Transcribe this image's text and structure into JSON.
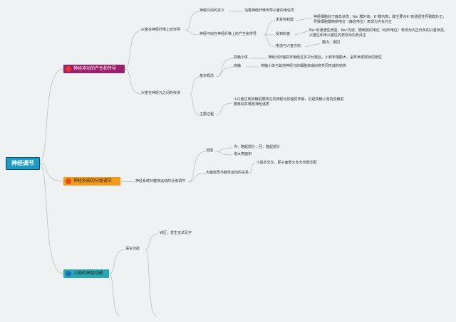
{
  "colors": {
    "root": "#1d9bc5",
    "topic1": "#9c1f6e",
    "topic2": "#f39a1b",
    "topic3": "#27a9b4",
    "line": "#b9b9b9"
  },
  "root": {
    "label": "神经调节"
  },
  "branch1": {
    "label": "神经冲动的产生和传导",
    "sub1": {
      "label": "兴奋在神经纤维上的传导",
      "def": {
        "label": "神经冲动的定义",
        "detail": "沿着神经纤维传导兴奋的电信号"
      },
      "generation": {
        "label": "神经冲动在神经纤维上的产生和传导",
        "rest": {
          "label": "未受到刺激",
          "detail": "神经细胞处于静息状态，Na⁺膜外高，K⁺膜内高；膜主要对K⁺有通透性导致膜外正，导致细胞膜两侧电位（静息电位）表现为内负外正"
        },
        "action": {
          "label": "受到刺激",
          "detail": "Na⁺的通透性增强，Na⁺内流，膜两侧的电位（动作电位）表现为内正外负的兴奋状态，兴奋区和未兴奋区的表现为内负外正"
        },
        "direction": {
          "label": "电流与兴奋方向",
          "detail": "膜内：相同"
        }
      }
    },
    "sub2": {
      "label": "兴奋在神经元之间的传递",
      "concepts": {
        "label": "基本概念",
        "synapse_body": {
          "label": "突触小体",
          "detail": "神经元的轴突末梢经过多次分枝后，小枝末端膨大，呈杯状或球状的部位"
        },
        "synapse": {
          "label": "突触",
          "detail": "突触小体与其他神经元的细胞体或树突共同形成的结构"
        }
      },
      "process": {
        "label": "主要过程",
        "detail": "①兴奋达到突触前膜所在的神经元的轴突末梢，引起突触小泡向突触前膜移动并释放神经递质"
      }
    }
  },
  "branch2": {
    "label": "神经系统的分级调节",
    "sub1": {
      "label": "神经系统对躯体运动的分级调节",
      "scope": {
        "label": "范围",
        "line1": "沟：略起部分；回：隆起部分",
        "line2": "增大表面积"
      },
      "relation": {
        "label": "大脑皮质与躯体运动的关系",
        "detail": "①基本交叉，即头面部大多为双侧支配"
      }
    }
  },
  "branch3": {
    "label": "人脑的高级功能",
    "language": {
      "label": "语言功能",
      "w_area": "W区：发生无法写字"
    }
  }
}
